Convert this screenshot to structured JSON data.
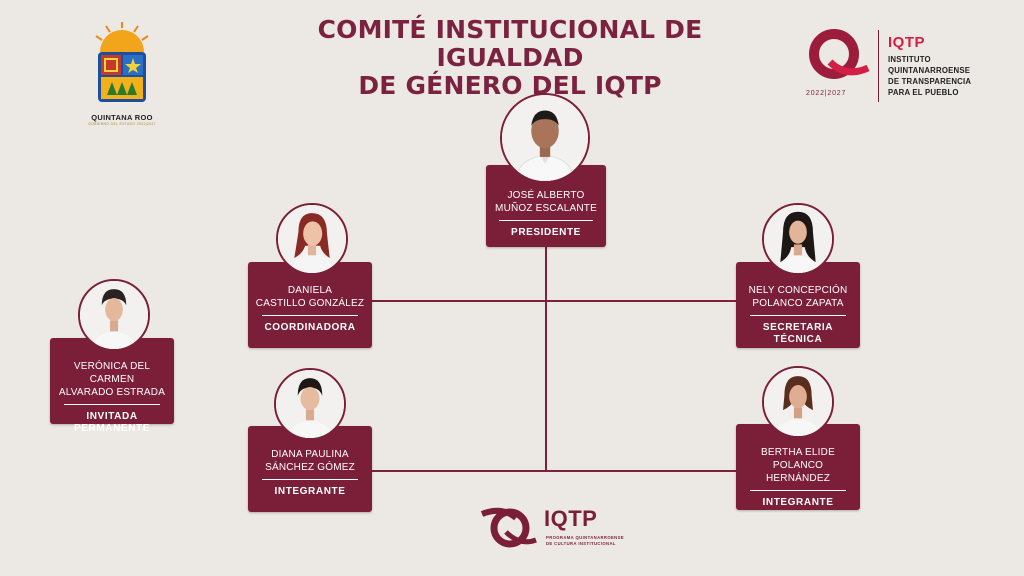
{
  "title": {
    "line1": "COMITÉ INSTITUCIONAL DE IGUALDAD",
    "line2": "DE GÉNERO DEL IQTP"
  },
  "logos": {
    "state": {
      "name": "QUINTANA ROO",
      "tagline": "GOBIERNO DEL ESTADO 2022|2027"
    },
    "institute": {
      "acronym": "IQTP",
      "full_name": [
        "INSTITUTO",
        "QUINTANARROENSE",
        "DE TRANSPARENCIA",
        "PARA EL PUEBLO"
      ],
      "years": "2022|2027"
    },
    "program": {
      "acronym": "IQTP",
      "line1": "PROGRAMA QUINTANARROENSE",
      "line2": "DE CULTURA INSTITUCIONAL"
    }
  },
  "members": {
    "president": {
      "name_line1": "JOSÉ ALBERTO",
      "name_line2": "MUÑOZ ESCALANTE",
      "role_line1": "PRESIDENTE",
      "role_line2": ""
    },
    "coordinator": {
      "name_line1": "DANIELA",
      "name_line2": "CASTILLO GONZÁLEZ",
      "role_line1": "COORDINADORA",
      "role_line2": ""
    },
    "secretary": {
      "name_line1": "NELY CONCEPCIÓN",
      "name_line2": "POLANCO ZAPATA",
      "role_line1": "SECRETARIA",
      "role_line2": "TÉCNICA"
    },
    "guest": {
      "name_line1": "VERÓNICA DEL CARMEN",
      "name_line2": "ALVARADO ESTRADA",
      "role_line1": "INVITADA",
      "role_line2": "PERMANENTE"
    },
    "member_left": {
      "name_line1": "DIANA PAULINA",
      "name_line2": "SÁNCHEZ GÓMEZ",
      "role_line1": "INTEGRANTE",
      "role_line2": ""
    },
    "member_right": {
      "name_line1": "BERTHA ELIDE",
      "name_line2": "POLANCO HERNÁNDEZ",
      "role_line1": "INTEGRANTE",
      "role_line2": ""
    }
  },
  "colors": {
    "primary": "#7b1f38",
    "accent": "#d21f43",
    "background": "#ece8e3"
  }
}
